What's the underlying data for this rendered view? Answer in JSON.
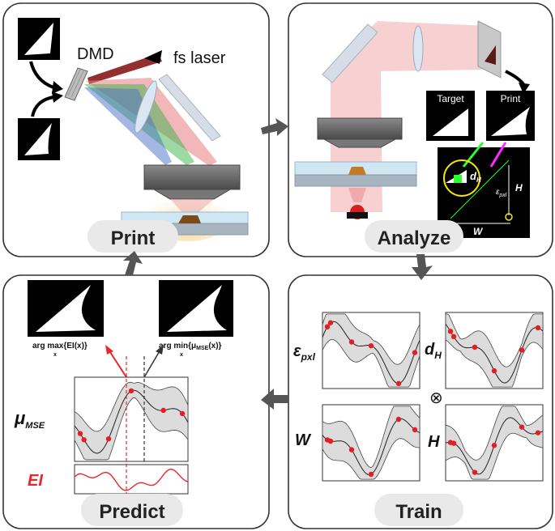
{
  "panels": {
    "print": {
      "title": "Print",
      "dmd_label": "DMD",
      "laser_label": "fs laser"
    },
    "analyze": {
      "title": "Analyze",
      "target_label": "Target",
      "print_label": "Print",
      "metrics": {
        "dh": "d",
        "dh_sub": "H",
        "eps": "ε",
        "eps_sub": "pxl",
        "h": "H",
        "w": "W"
      }
    },
    "train": {
      "title": "Train",
      "labels": {
        "eps": "ε",
        "eps_sub": "pxl",
        "dh": "d",
        "dh_sub": "H",
        "w": "W",
        "h": "H",
        "otimes": "⊗"
      }
    },
    "predict": {
      "title": "Predict",
      "argmax_label": "arg max{EI(x)}",
      "argmax_sub": "x",
      "argmin_label": "arg min{μ",
      "argmin_mse": "MSE",
      "argmin_tail": "(x)}",
      "argmin_sub": "x",
      "mu_label": "μ",
      "mu_sub": "MSE",
      "ei_label": "EI"
    }
  },
  "colors": {
    "ei_red": "#e8262b",
    "red_dot": "#e31e24",
    "beam_red": "#e87b7f",
    "beam_dark_red": "#8b1d1d",
    "beam_green": "#3cb44b",
    "beam_blue": "#4a6fc8",
    "confidence_fill": "#dcdcdc",
    "panel_border": "#333333"
  }
}
